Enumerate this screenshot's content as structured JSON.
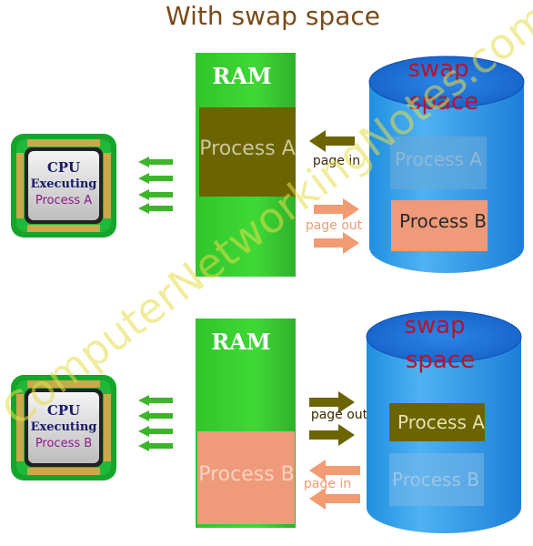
{
  "title": "With swap space",
  "watermark": "ComputerNetworkingNotes.com",
  "colors": {
    "title": "#7a4a1a",
    "ram_green": "#3ecf33",
    "ram_dark": "#2aa627",
    "swap_blue": "#2f9fe8",
    "swap_top": "#1a6fd6",
    "swap_text": "#b8142c",
    "olive": "#6b6400",
    "salmon": "#ef9a7a",
    "arrow_olive": "#6b6400",
    "arrow_salmon": "#f29a72",
    "page_label": "#3a2a00",
    "cpu_green": "#17a32a",
    "cpu_arrows": "#3db52a",
    "cpu_text_a": "#8a1a8a",
    "cpu_text_b": "#8a1a8a",
    "watermark": "#e8e060"
  },
  "top_scene": {
    "cpu": {
      "line1": "CPU",
      "line2": "Executing",
      "line3": "Process A"
    },
    "ram": {
      "label": "RAM",
      "process_label": "Process A"
    },
    "swap": {
      "line1": "swap",
      "line2": "space",
      "process_faded": "Process A",
      "process_solid": "Process B"
    },
    "arrow_in_label": "page in",
    "arrow_out_label": "page out"
  },
  "bottom_scene": {
    "cpu": {
      "line1": "CPU",
      "line2": "Executing",
      "line3": "Process B"
    },
    "ram": {
      "label": "RAM",
      "process_label": "Process B"
    },
    "swap": {
      "line1": "swap",
      "line2": "space",
      "process_solid": "Process A",
      "process_faded": "Process B"
    },
    "arrow_out_label": "page out",
    "arrow_in_label": "page in"
  }
}
